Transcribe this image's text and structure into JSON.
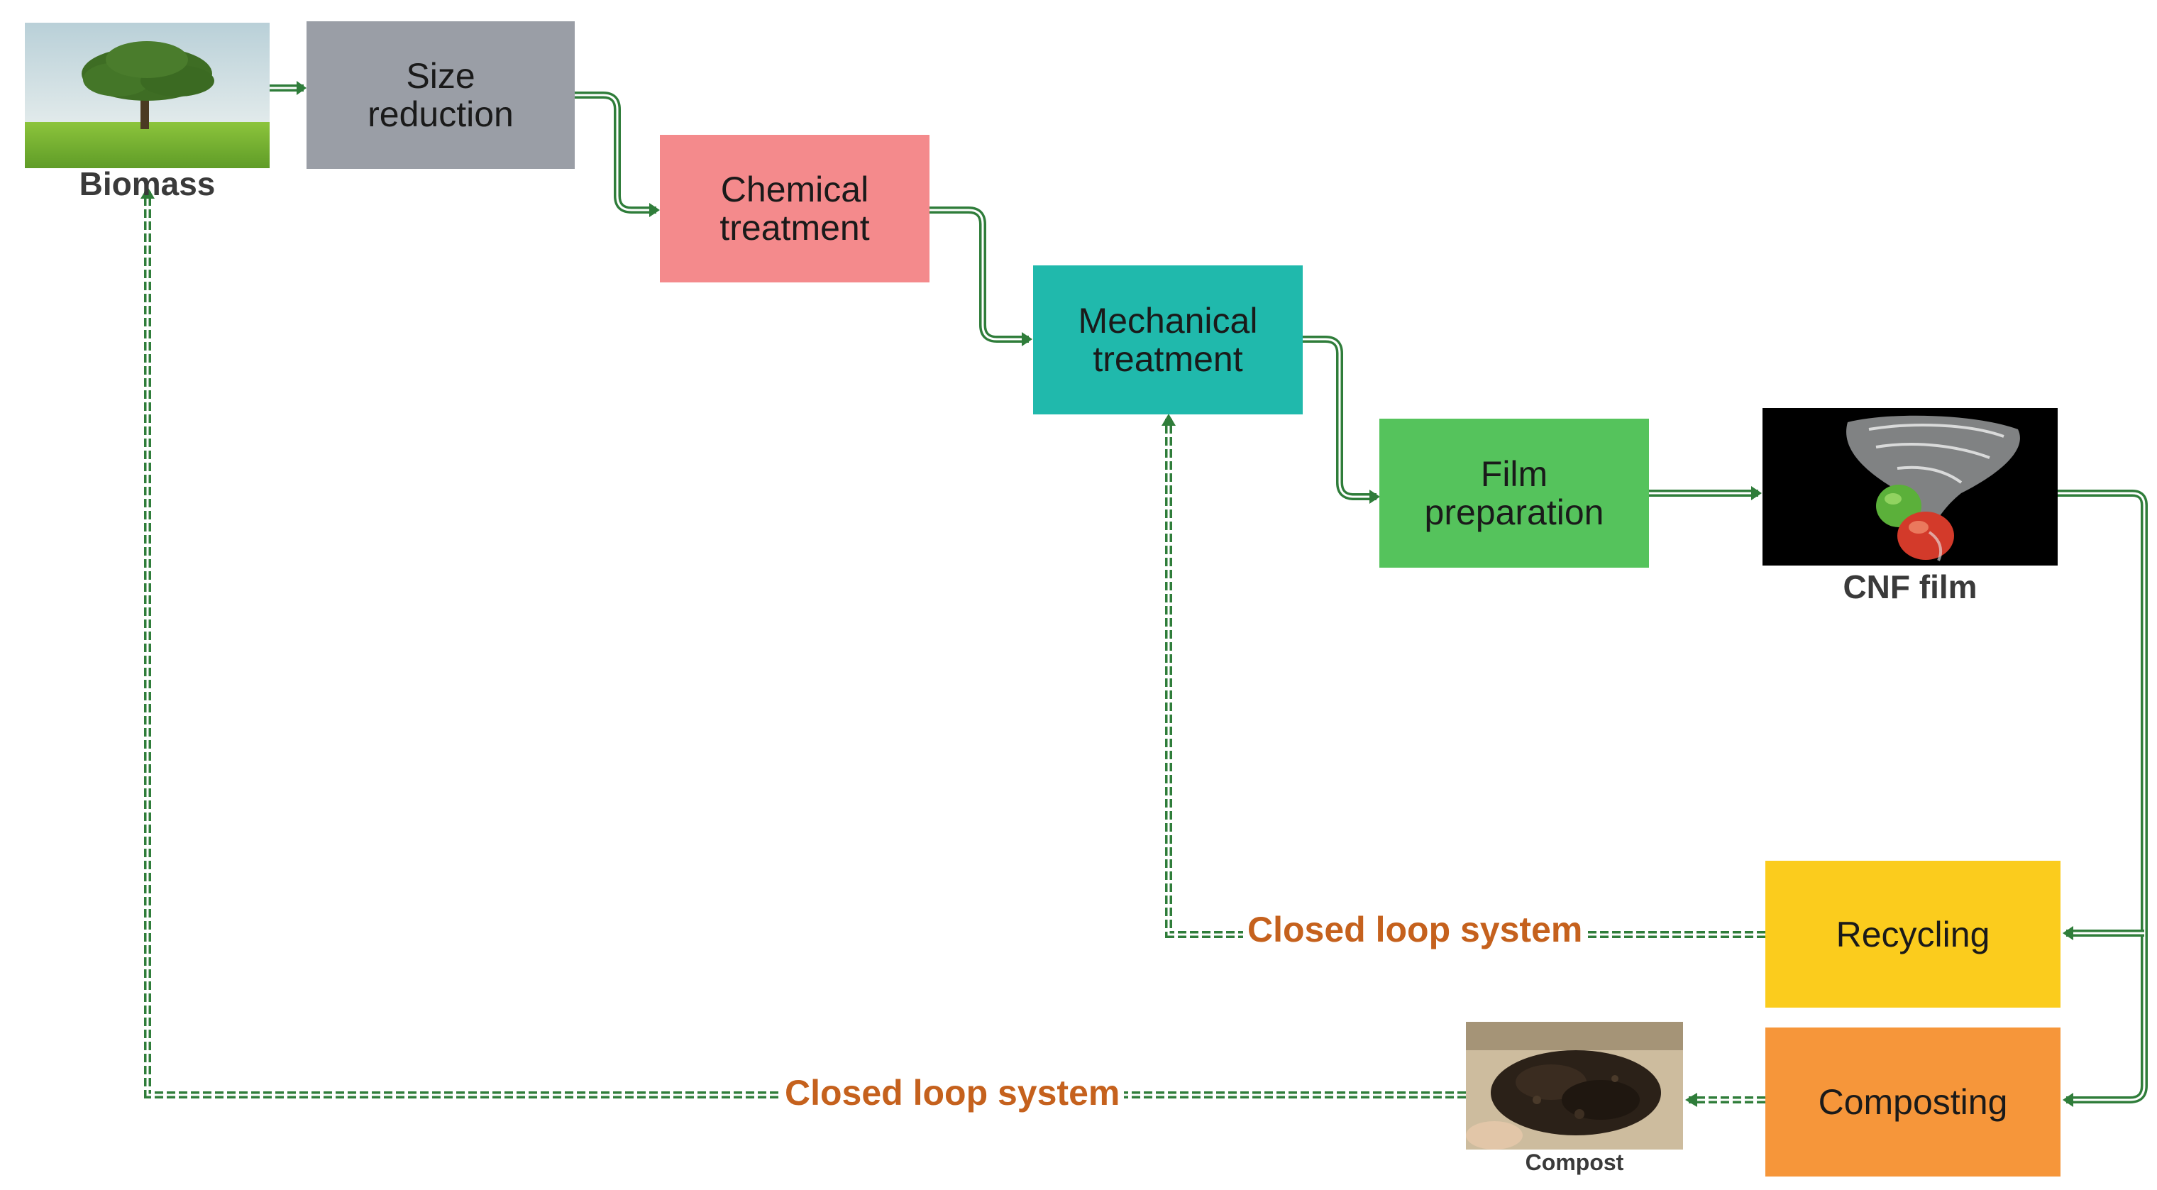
{
  "nodes": {
    "biomass": {
      "caption": "Biomass",
      "icon": "tree-icon"
    },
    "size_reduction": {
      "label": "Size\nreduction",
      "color": "#9a9ea6"
    },
    "chemical": {
      "label": "Chemical\ntreatment",
      "color": "#f48a8c"
    },
    "mechanical": {
      "label": "Mechanical\ntreatment",
      "color": "#20b9ac"
    },
    "film_prep": {
      "label": "Film\npreparation",
      "color": "#55c35c"
    },
    "cnf_film": {
      "caption": "CNF film",
      "icon": "film-bag-icon"
    },
    "recycling": {
      "label": "Recycling",
      "color": "#fbcc1d"
    },
    "composting": {
      "label": "Composting",
      "color": "#f6963a"
    },
    "compost": {
      "caption": "Compost",
      "icon": "compost-icon"
    }
  },
  "loops": {
    "recycling_loop": "Closed loop system",
    "composting_loop": "Closed loop system"
  },
  "colors": {
    "arrow": "#2f7d3a",
    "loop_text": "#c5611d"
  }
}
